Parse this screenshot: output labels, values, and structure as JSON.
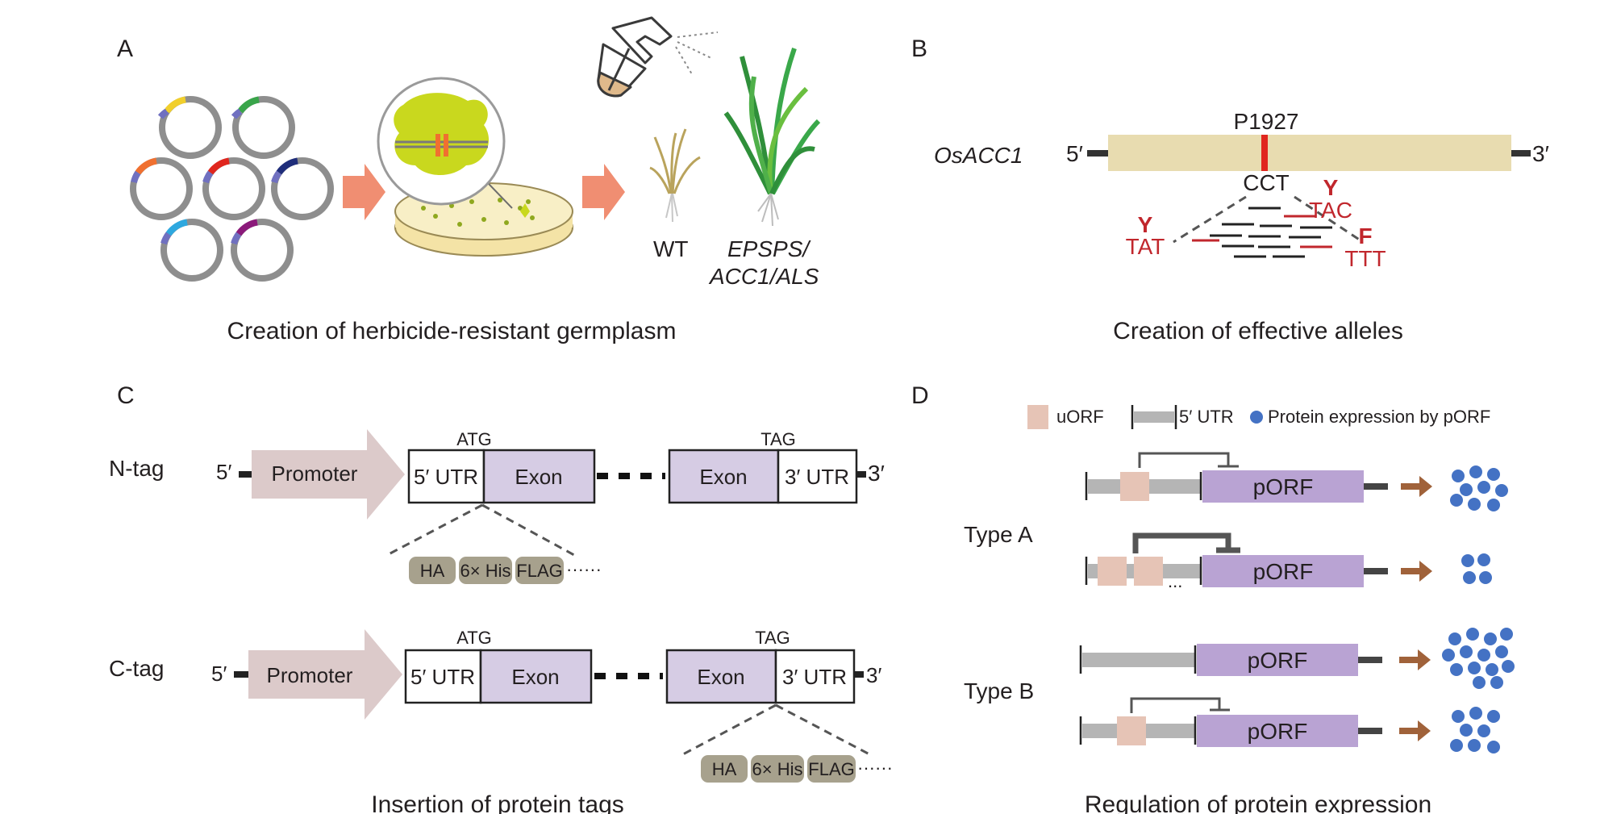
{
  "panels": {
    "A": {
      "letter": "A",
      "caption": "Creation of herbicide-resistant germplasm",
      "wt_label": "WT",
      "mutant_label_line1": "EPSPS/",
      "mutant_label_line2": "ACC1/ALS"
    },
    "B": {
      "letter": "B",
      "gene": "OsACC1",
      "five_prime": "5′",
      "three_prime": "3′",
      "site": "P1927",
      "codon": "CCT",
      "alleles": [
        {
          "aa": "Y",
          "codon": "TAT"
        },
        {
          "aa": "Y",
          "codon": "TAC"
        },
        {
          "aa": "F",
          "codon": "TTT"
        }
      ],
      "caption": "Creation of effective alleles"
    },
    "C": {
      "letter": "C",
      "rows": [
        {
          "label": "N-tag",
          "five_prime": "5′",
          "three_prime": "3′",
          "promoter": "Promoter",
          "utr5": "5′ UTR",
          "exon1": "Exon",
          "exon2": "Exon",
          "utr3": "3′ UTR",
          "start_codon": "ATG",
          "stop_codon": "TAG"
        },
        {
          "label": "C-tag",
          "five_prime": "5′",
          "three_prime": "3′",
          "promoter": "Promoter",
          "utr5": "5′ UTR",
          "exon1": "Exon",
          "exon2": "Exon",
          "utr3": "3′ UTR",
          "start_codon": "ATG",
          "stop_codon": "TAG"
        }
      ],
      "tags": [
        "HA",
        "6× His",
        "FLAG"
      ],
      "tag_ellipsis": "······",
      "caption": "Insertion of protein tags"
    },
    "D": {
      "letter": "D",
      "legend": {
        "uorf": "uORF",
        "utr5": "5′ UTR",
        "protein": "Protein expression by pORF"
      },
      "porf": "pORF",
      "type_a": "Type A",
      "type_b": "Type B",
      "ellipsis": "...",
      "caption": "Regulation of protein expression"
    }
  },
  "colors": {
    "plasmid_gray": "#8e8e8e",
    "arrow_salmon": "#f08e72",
    "gene_body": "#e8dcb0",
    "site_red": "#e0261e",
    "promoter": "#dccaca",
    "exon": "#d6cce4",
    "tag_box": "#a7a18d",
    "uorf": "#e6c4b6",
    "utr_gray": "#b5b5b5",
    "porf": "#b9a3d3",
    "brown_arrow": "#a0623a",
    "protein_dot": "#4472c4"
  }
}
